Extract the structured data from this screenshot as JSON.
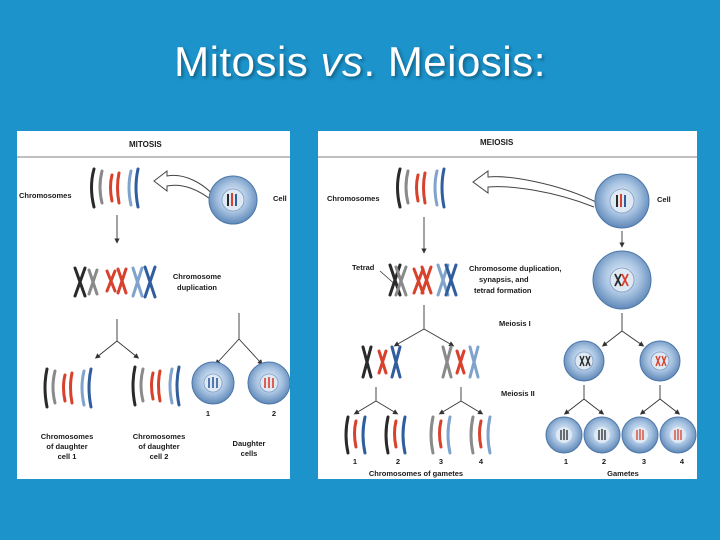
{
  "slide": {
    "title_part1": "Mitosis ",
    "title_vs": "vs",
    "title_part2": ". Meiosis:"
  },
  "mitosis": {
    "header": "MITOSIS",
    "chromosomes_label": "Chromosomes",
    "cell_label": "Cell",
    "duplication_line1": "Chromosome",
    "duplication_line2": "duplication",
    "num1": "1",
    "num2": "2",
    "daughter1_line1": "Chromosomes",
    "daughter1_line2": "of daughter",
    "daughter1_line3": "cell 1",
    "daughter2_line1": "Chromosomes",
    "daughter2_line2": "of daughter",
    "daughter2_line3": "cell 2",
    "daughter_cells_line1": "Daughter",
    "daughter_cells_line2": "cells"
  },
  "meiosis": {
    "header": "MEIOSIS",
    "chromosomes_label": "Chromosomes",
    "cell_label": "Cell",
    "tetrad_label": "Tetrad",
    "dup_line1": "Chromosome duplication,",
    "dup_line2": "synapsis, and",
    "dup_line3": "tetrad formation",
    "meiosis1_label": "Meiosis I",
    "meiosis2_label": "Meiosis II",
    "nums": [
      "1",
      "2",
      "3",
      "4"
    ],
    "gamete_chromosomes_label": "Chromosomes of gametes",
    "gametes_label": "Gametes"
  },
  "colors": {
    "background": "#1c93cb",
    "chromosome_red": "#d8412c",
    "chromosome_blue": "#2f5d9e",
    "chromosome_black": "#2a2a2a",
    "chromosome_grey": "#8a8a8a",
    "chromosome_light_blue": "#7fa3cc",
    "cell_blue": "#7ea6cf"
  }
}
